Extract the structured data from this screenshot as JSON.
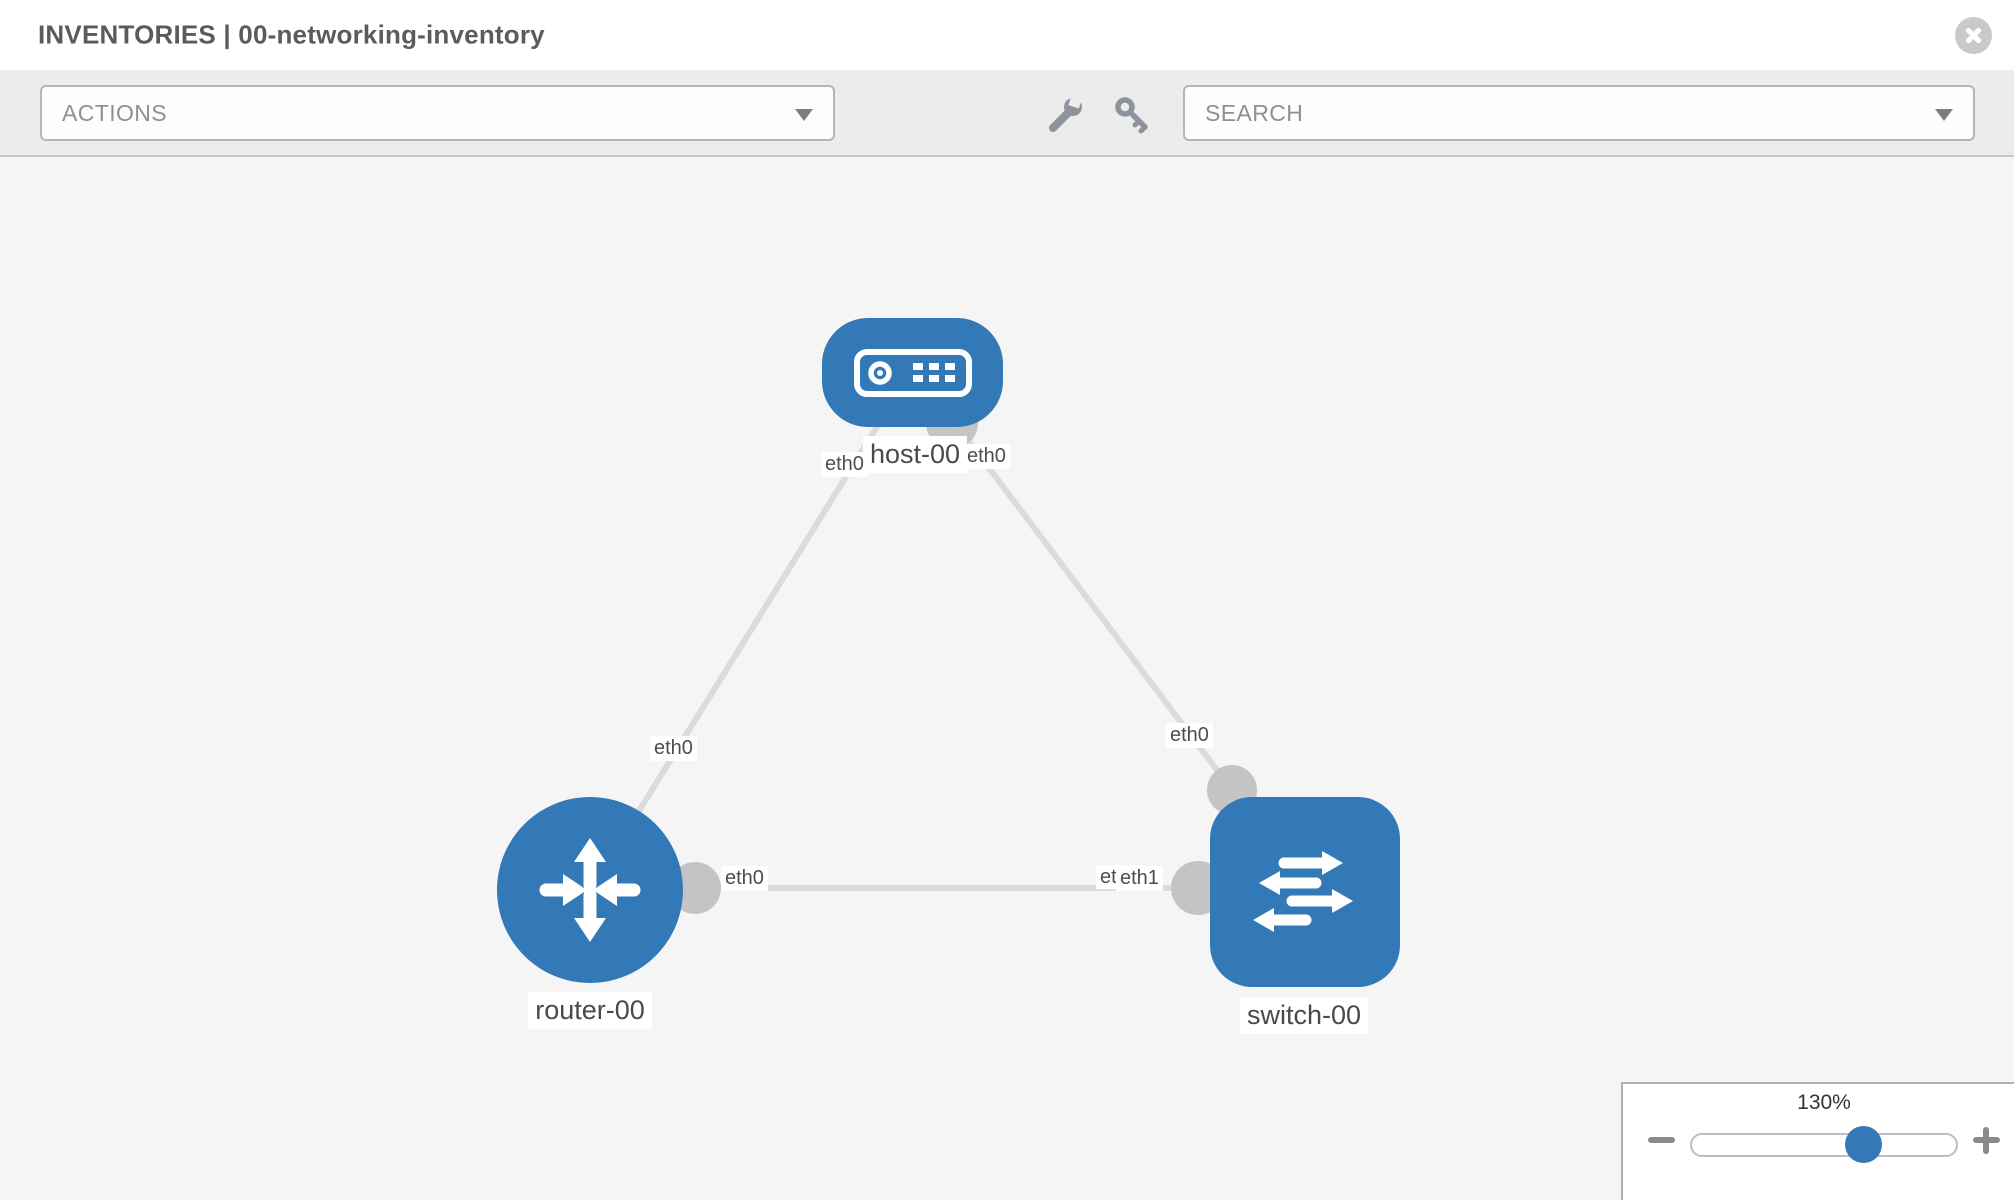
{
  "header": {
    "title": "INVENTORIES | 00-networking-inventory"
  },
  "toolbar": {
    "actions_label": "ACTIONS",
    "search_label": "SEARCH"
  },
  "diagram": {
    "nodes": [
      {
        "id": "host-00",
        "type": "host",
        "label": "host-00"
      },
      {
        "id": "router-00",
        "type": "router",
        "label": "router-00"
      },
      {
        "id": "switch-00",
        "type": "switch",
        "label": "switch-00"
      }
    ],
    "links": [
      {
        "from": "router-00",
        "from_interface": "eth0",
        "to": "host-00",
        "to_interface": "eth0"
      },
      {
        "from": "host-00",
        "from_interface": "eth0",
        "to": "switch-00",
        "to_interface": "eth0"
      },
      {
        "from": "router-00",
        "from_interface": "eth0",
        "to": "switch-00",
        "to_interface": "eth1"
      }
    ],
    "interface_labels": {
      "router_host_at_router": "eth0",
      "router_host_at_host": "eth0",
      "host_switch_at_host": "eth0",
      "host_switch_at_switch": "eth0",
      "router_switch_at_router": "eth0",
      "router_switch_at_switch_rear": "eth0",
      "router_switch_at_switch": "eth1"
    }
  },
  "zoom_control": {
    "level": "130%"
  },
  "colors": {
    "node_blue": "#3379b7",
    "link_gray": "#dbdbdb",
    "endpoint_gray": "#c4c4c4",
    "toolbar_gray": "#ececec"
  }
}
